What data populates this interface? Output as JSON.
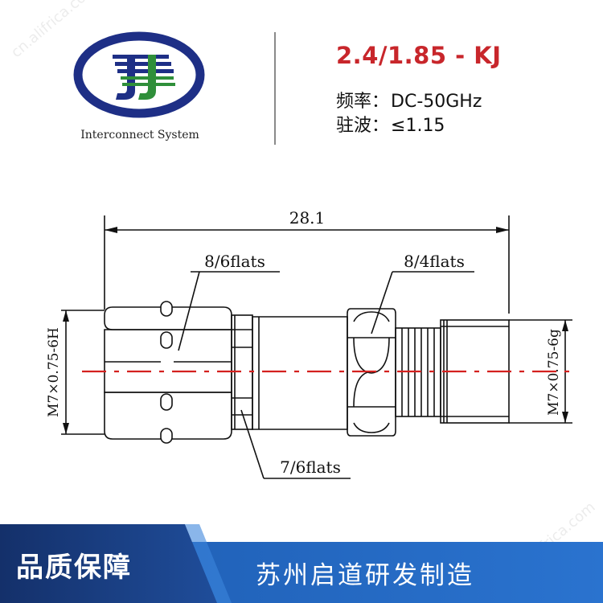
{
  "header": {
    "logo_caption": "Interconnect System",
    "title": "2.4/1.85 - KJ",
    "spec_freq_key": "频率：",
    "spec_freq_value": "DC-50GHz",
    "spec_vswr_key": "驻波：",
    "spec_vswr_value": "≤1.15"
  },
  "drawing": {
    "overall_length": "28.1",
    "label_left_hex": "8/6flats",
    "label_right_hex": "8/4flats",
    "label_mid_hex": "7/6flats",
    "label_left_thread": "M7×0.75-6H",
    "label_right_thread": "M7×0.75-6g"
  },
  "footer": {
    "left_label": "品质保障",
    "right_label": "苏州启道研发制造"
  },
  "watermark": "cn.alifrica.com",
  "colors": {
    "title_red": "#c8262b",
    "footer_blue": "#1f5fb5",
    "footer_dark": "#142f5e",
    "centerline_red": "#d4211f",
    "logo_navy": "#1e2f86",
    "logo_green": "#2f8f3a"
  }
}
